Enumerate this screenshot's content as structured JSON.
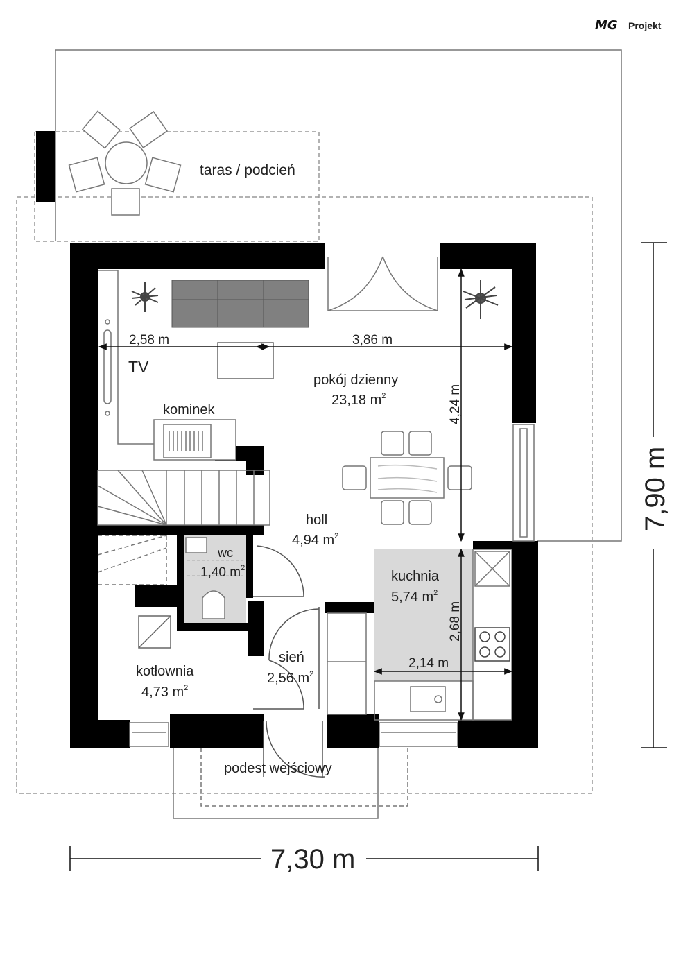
{
  "brand": {
    "logo_mark": "MG",
    "logo_text": "Projekt"
  },
  "rooms": {
    "taras": {
      "name": "taras / podcień"
    },
    "pokoj": {
      "name": "pokój dzienny",
      "area": "23,18 m",
      "sup": "2"
    },
    "holl": {
      "name": "holl",
      "area": "4,94 m",
      "sup": "2"
    },
    "wc": {
      "name": "wc",
      "area": "1,40 m",
      "sup": "2"
    },
    "kuchnia": {
      "name": "kuchnia",
      "area": "5,74 m",
      "sup": "2"
    },
    "kotlownia": {
      "name": "kotłownia",
      "area": "4,73 m",
      "sup": "2"
    },
    "sien": {
      "name": "sień",
      "area": "2,56 m",
      "sup": "2"
    },
    "podest": {
      "name": "podest wejściowy"
    }
  },
  "labels": {
    "tv": "TV",
    "kominek": "kominek"
  },
  "dimensions": {
    "d258": "2,58 m",
    "d386": "3,86 m",
    "d424": "4,24 m",
    "d268": "2,68 m",
    "d214": "2,14 m",
    "total_width": "7,30 m",
    "total_depth": "7,90 m"
  },
  "colors": {
    "wall": "#000000",
    "floor_gray": "#d9d9d9",
    "sofa": "#808080",
    "line": "#777777"
  }
}
